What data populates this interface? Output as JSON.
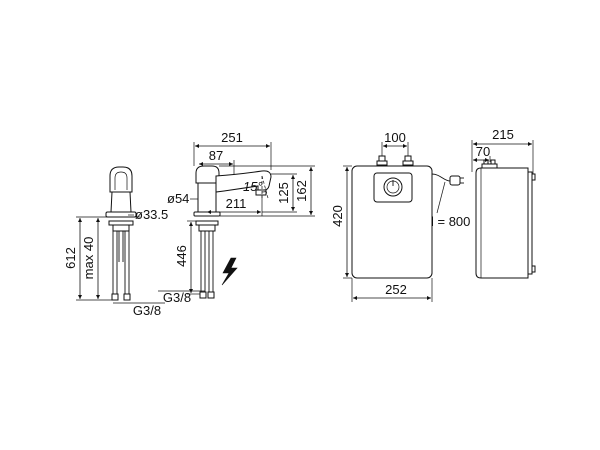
{
  "colors": {
    "line": "#111111",
    "background": "#ffffff"
  },
  "faucet_front": {
    "diameter_label": "ø33.5",
    "height_label": "612",
    "countertop_label": "max 40",
    "thread_label": "G3/8"
  },
  "faucet_side": {
    "width_total": "251",
    "handle_offset": "87",
    "body_diameter": "ø54",
    "spout_reach": "211",
    "angle": "15°",
    "spout_height": "125",
    "total_height": "162",
    "hose_length": "446",
    "thread_label": "G3/8"
  },
  "electric_symbol": {
    "icon": "lightning-icon"
  },
  "heater_front": {
    "pipe_spacing": "100",
    "height": "420",
    "width": "252",
    "cable_length": "l = 800"
  },
  "heater_side": {
    "depth": "215",
    "pipe_offset": "70"
  }
}
